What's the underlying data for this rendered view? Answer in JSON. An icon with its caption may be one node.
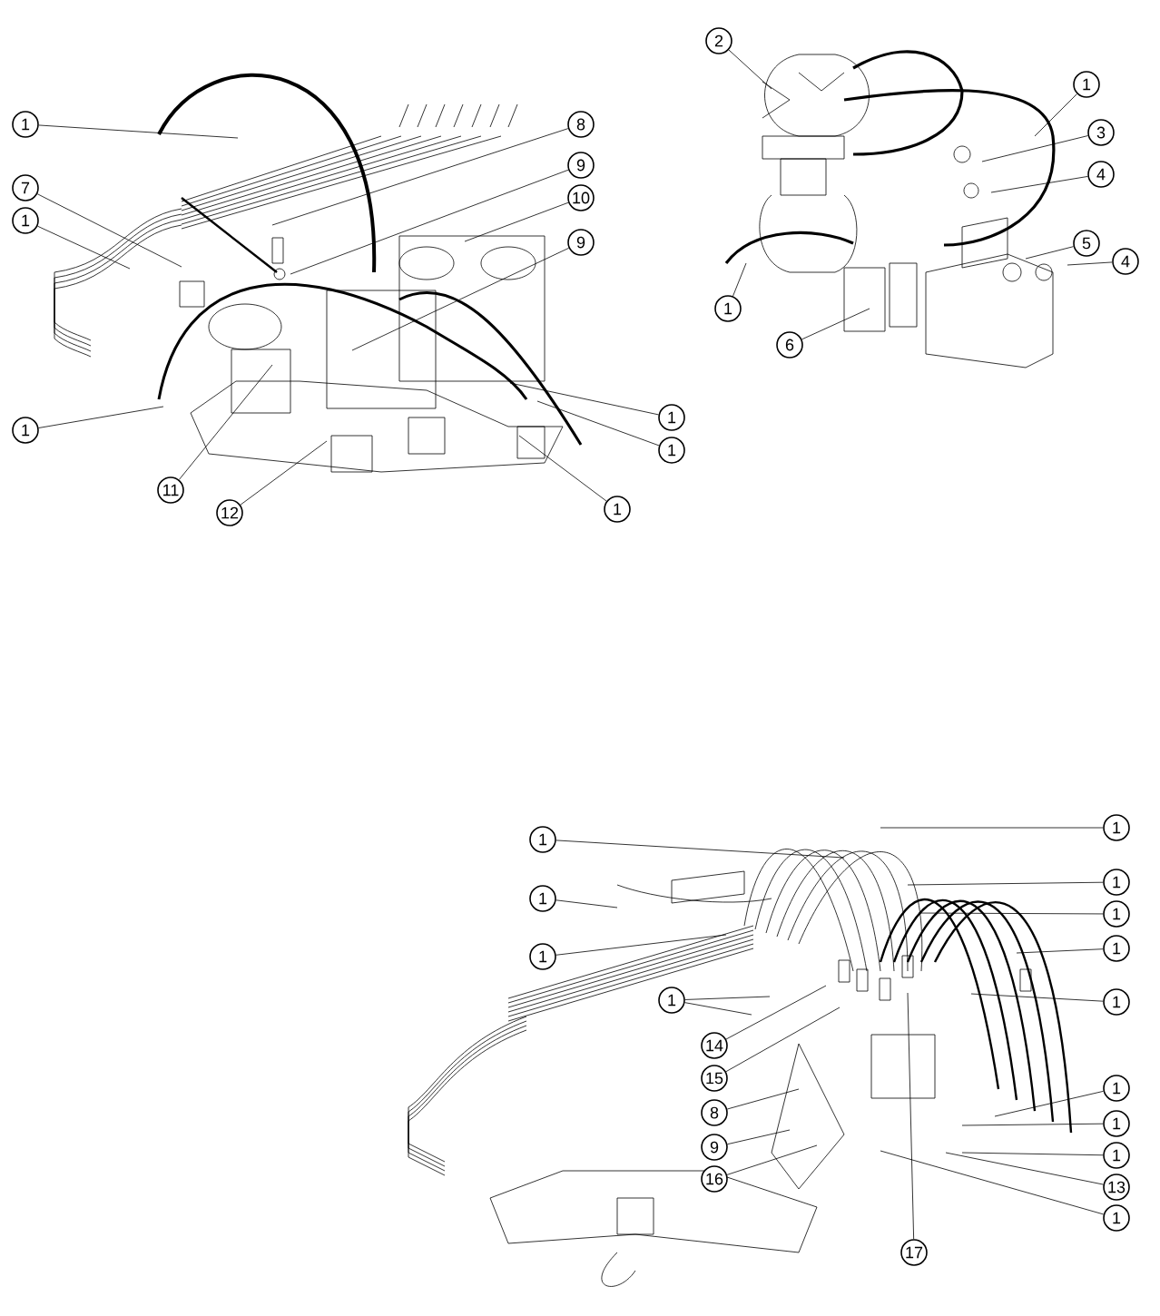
{
  "diagram": {
    "nodes": [
      {
        "text": [
          "1"
        ]
      },
      {
        "text": [
          "7"
        ]
      },
      {
        "text": [
          "1"
        ]
      },
      {
        "text": [
          "1"
        ]
      },
      {
        "text": [
          "8"
        ]
      },
      {
        "text": [
          "9"
        ]
      },
      {
        "text": [
          "10"
        ]
      },
      {
        "text": [
          "9"
        ]
      },
      {
        "text": [
          "1"
        ]
      },
      {
        "text": [
          "1"
        ]
      },
      {
        "text": [
          "1"
        ]
      },
      {
        "text": [
          "11"
        ]
      },
      {
        "text": [
          "12"
        ]
      },
      {
        "text": [
          "2"
        ]
      },
      {
        "text": [
          "1"
        ]
      },
      {
        "text": [
          "3"
        ]
      },
      {
        "text": [
          "4"
        ]
      },
      {
        "text": [
          "5"
        ]
      },
      {
        "text": [
          "4"
        ]
      },
      {
        "text": [
          "1"
        ]
      },
      {
        "text": [
          "6"
        ]
      },
      {
        "text": [
          "1"
        ]
      },
      {
        "text": [
          "1"
        ]
      },
      {
        "text": [
          "1"
        ]
      },
      {
        "text": [
          "1"
        ]
      },
      {
        "text": [
          "1"
        ]
      },
      {
        "text": [
          "1"
        ]
      },
      {
        "text": [
          "1"
        ]
      },
      {
        "text": [
          "1"
        ]
      },
      {
        "text": [
          "1"
        ]
      },
      {
        "text": [
          "14"
        ]
      },
      {
        "text": [
          "15"
        ]
      },
      {
        "text": [
          "1"
        ]
      },
      {
        "text": [
          "8"
        ]
      },
      {
        "text": [
          "1"
        ]
      },
      {
        "text": [
          "9"
        ]
      },
      {
        "text": [
          "1"
        ]
      },
      {
        "text": [
          "16"
        ]
      },
      {
        "text": [
          "13"
        ]
      },
      {
        "text": [
          "1"
        ]
      },
      {
        "text": [
          "17"
        ]
      }
    ],
    "edges": [
      {
        "from": 0,
        "to": null,
        "arrow": "none"
      },
      {
        "from": 1,
        "to": null,
        "arrow": "none"
      },
      {
        "from": 2,
        "to": null,
        "arrow": "none"
      },
      {
        "from": 3,
        "to": null,
        "arrow": "none"
      },
      {
        "from": 4,
        "to": null,
        "arrow": "none"
      },
      {
        "from": 5,
        "to": null,
        "arrow": "none"
      },
      {
        "from": 6,
        "to": null,
        "arrow": "none"
      },
      {
        "from": 7,
        "to": null,
        "arrow": "none"
      },
      {
        "from": 8,
        "to": null,
        "arrow": "none"
      },
      {
        "from": 9,
        "to": null,
        "arrow": "none"
      },
      {
        "from": 10,
        "to": null,
        "arrow": "none"
      },
      {
        "from": 11,
        "to": null,
        "arrow": "none"
      },
      {
        "from": 12,
        "to": null,
        "arrow": "none"
      },
      {
        "from": 13,
        "to": null,
        "arrow": "none"
      },
      {
        "from": 14,
        "to": null,
        "arrow": "none"
      },
      {
        "from": 15,
        "to": null,
        "arrow": "none"
      },
      {
        "from": 16,
        "to": null,
        "arrow": "none"
      },
      {
        "from": 17,
        "to": null,
        "arrow": "none"
      },
      {
        "from": 18,
        "to": null,
        "arrow": "none"
      },
      {
        "from": 19,
        "to": null,
        "arrow": "none"
      },
      {
        "from": 20,
        "to": null,
        "arrow": "none"
      },
      {
        "from": 21,
        "to": null,
        "arrow": "none"
      },
      {
        "from": 22,
        "to": null,
        "arrow": "none"
      },
      {
        "from": 23,
        "to": null,
        "arrow": "none"
      },
      {
        "from": 24,
        "to": null,
        "arrow": "none"
      },
      {
        "from": 25,
        "to": null,
        "arrow": "none"
      },
      {
        "from": 26,
        "to": null,
        "arrow": "none"
      },
      {
        "from": 27,
        "to": null,
        "arrow": "none"
      },
      {
        "from": 28,
        "to": null,
        "arrow": "none"
      },
      {
        "from": 28,
        "to": null,
        "arrow": "none"
      },
      {
        "from": 29,
        "to": null,
        "arrow": "none"
      },
      {
        "from": 30,
        "to": null,
        "arrow": "none"
      },
      {
        "from": 31,
        "to": null,
        "arrow": "none"
      },
      {
        "from": 32,
        "to": null,
        "arrow": "none"
      },
      {
        "from": 33,
        "to": null,
        "arrow": "none"
      },
      {
        "from": 34,
        "to": null,
        "arrow": "none"
      },
      {
        "from": 35,
        "to": null,
        "arrow": "none"
      },
      {
        "from": 36,
        "to": null,
        "arrow": "none"
      },
      {
        "from": 37,
        "to": null,
        "arrow": "none"
      },
      {
        "from": 38,
        "to": null,
        "arrow": "none"
      },
      {
        "from": 39,
        "to": null,
        "arrow": "none"
      },
      {
        "from": 40,
        "to": null,
        "arrow": "none"
      }
    ]
  }
}
